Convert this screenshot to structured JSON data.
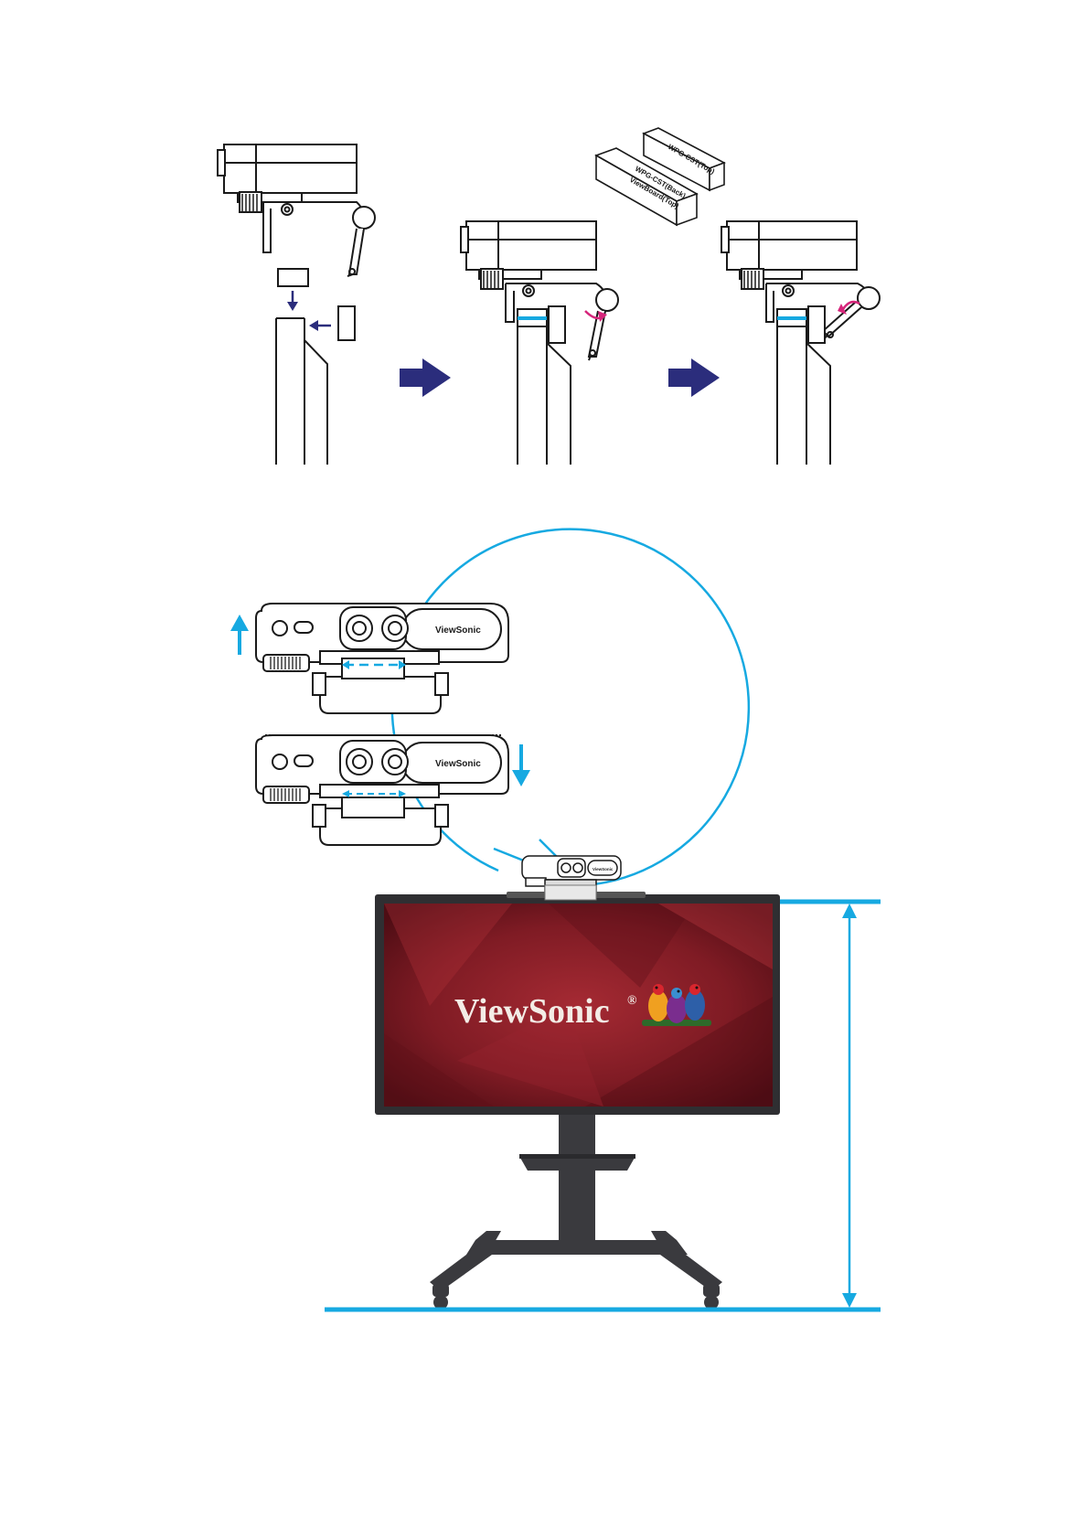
{
  "pads": {
    "pad1": "WPG-CST(Back)",
    "pad2": "ViewBoard(Top)",
    "pad3": "WPG-CST(Top)"
  },
  "camera": {
    "logo": "ViewSonic"
  },
  "display": {
    "logo_text": "ViewSonic",
    "registered": "®"
  },
  "colors": {
    "navy_arrow": "#2b2d7c",
    "cyan": "#16a9e1",
    "magenta": "#d6267b",
    "screen_red": "#7e1a22"
  }
}
